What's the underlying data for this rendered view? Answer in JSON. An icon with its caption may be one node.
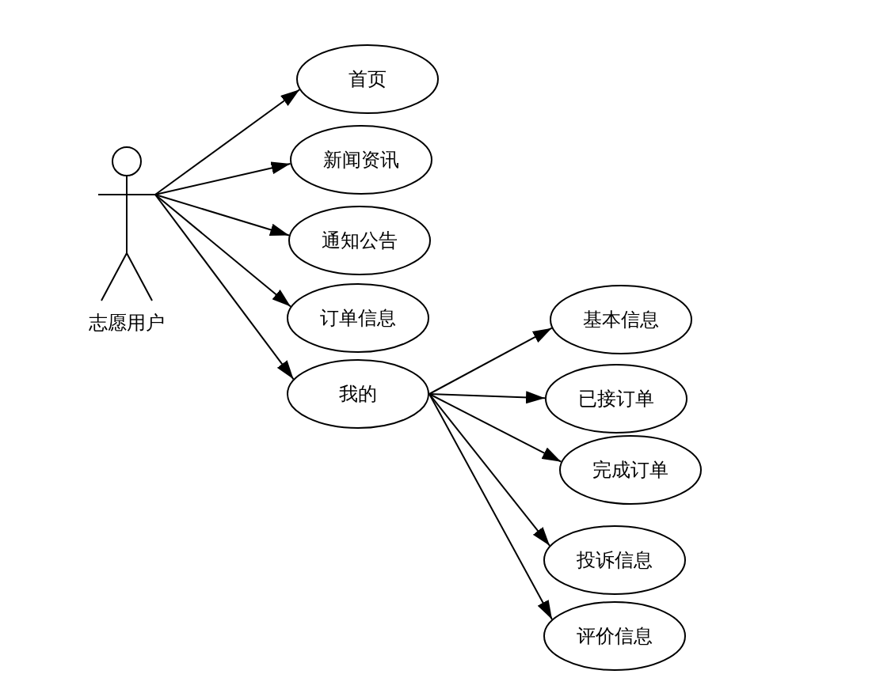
{
  "diagram": {
    "nodes": [
      {
        "text": [
          "志愿用户"
        ]
      },
      {
        "text": [
          "首页"
        ]
      },
      {
        "text": [
          "新闻资讯"
        ]
      },
      {
        "text": [
          "通知公告"
        ]
      },
      {
        "text": [
          "订单信息"
        ]
      },
      {
        "text": [
          "我的"
        ]
      },
      {
        "text": [
          "基本信息"
        ]
      },
      {
        "text": [
          "已接订单"
        ]
      },
      {
        "text": [
          "完成订单"
        ]
      },
      {
        "text": [
          "投诉信息"
        ]
      },
      {
        "text": [
          "评价信息"
        ]
      }
    ],
    "edges": [
      {
        "from": 0,
        "to": 1,
        "arrow": "to"
      },
      {
        "from": 0,
        "to": 2,
        "arrow": "to"
      },
      {
        "from": 0,
        "to": 3,
        "arrow": "to"
      },
      {
        "from": 0,
        "to": 4,
        "arrow": "to"
      },
      {
        "from": 0,
        "to": 5,
        "arrow": "to"
      },
      {
        "from": 5,
        "to": 6,
        "arrow": "to"
      },
      {
        "from": 5,
        "to": 7,
        "arrow": "to"
      },
      {
        "from": 5,
        "to": 8,
        "arrow": "to"
      },
      {
        "from": 5,
        "to": 9,
        "arrow": "to"
      },
      {
        "from": 5,
        "to": 10,
        "arrow": "to"
      }
    ]
  }
}
